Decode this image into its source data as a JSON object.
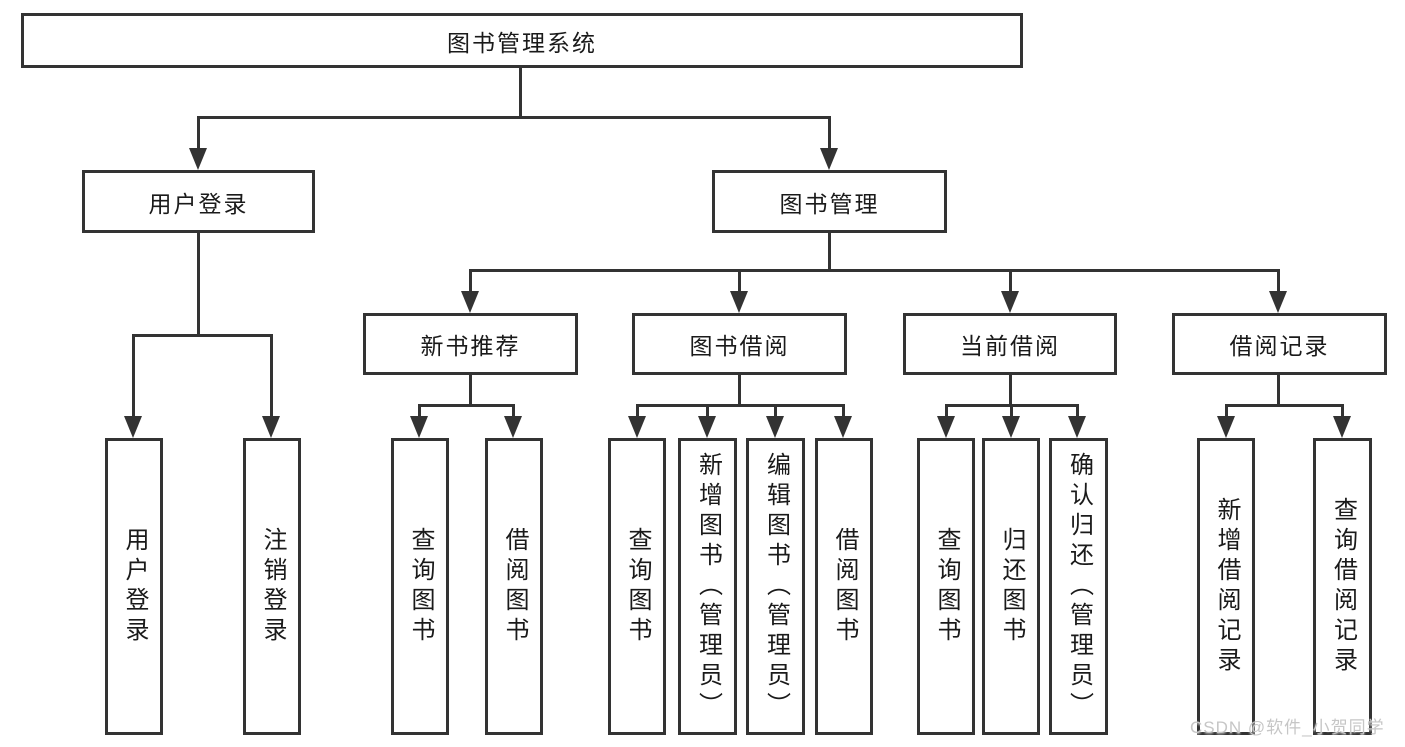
{
  "diagram_title": "图书管理系统",
  "tree": {
    "root": {
      "label": "图书管理系统"
    },
    "branches": [
      {
        "label": "用户登录",
        "children": [
          {
            "label": "用户登录"
          },
          {
            "label": "注销登录"
          }
        ]
      },
      {
        "label": "图书管理",
        "children": [
          {
            "label": "新书推荐",
            "children": [
              {
                "label": "查询图书"
              },
              {
                "label": "借阅图书"
              }
            ]
          },
          {
            "label": "图书借阅",
            "children": [
              {
                "label": "查询图书"
              },
              {
                "label": "新增图书（管理员）"
              },
              {
                "label": "编辑图书（管理员）"
              },
              {
                "label": "借阅图书"
              }
            ]
          },
          {
            "label": "当前借阅",
            "children": [
              {
                "label": "查询图书"
              },
              {
                "label": "归还图书"
              },
              {
                "label": "确认归还（管理员）"
              }
            ]
          },
          {
            "label": "借阅记录",
            "children": [
              {
                "label": "新增借阅记录"
              },
              {
                "label": "查询借阅记录"
              }
            ]
          }
        ]
      }
    ]
  },
  "watermark": {
    "text": "CSDN @软件_小贺同学"
  },
  "colors": {
    "line": "#333333",
    "text": "#1a1a1a",
    "background": "#ffffff",
    "watermark": "#c6c6c6"
  }
}
